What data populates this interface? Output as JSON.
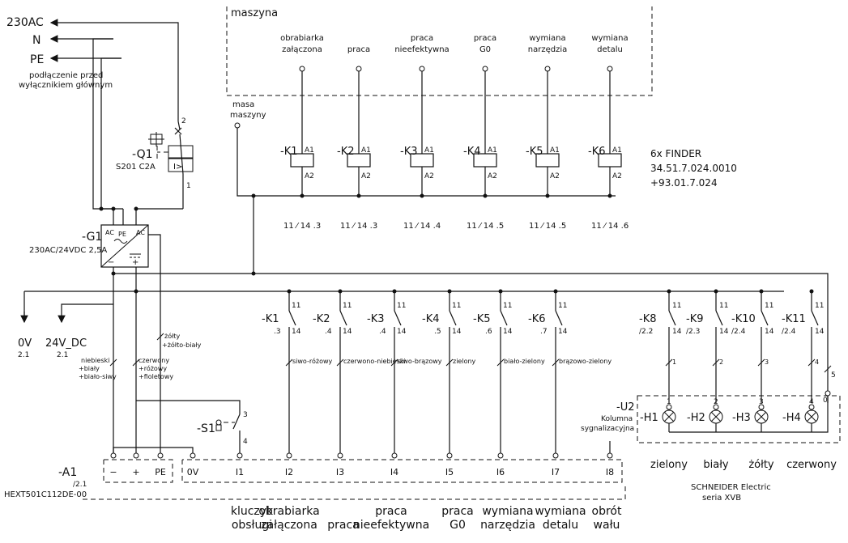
{
  "supply": {
    "l": "230AC",
    "n": "N",
    "pe": "PE",
    "note1": "podłączenie przed",
    "note2": "wyłącznikiem głównym"
  },
  "machine": {
    "label": "maszyna",
    "masa1": "masa",
    "masa2": "maszyny"
  },
  "signals": [
    {
      "l1": "obrabiarka",
      "l2": "załączona"
    },
    {
      "l1": "",
      "l2": "praca"
    },
    {
      "l1": "praca",
      "l2": "nieefektywna"
    },
    {
      "l1": "praca",
      "l2": "G0"
    },
    {
      "l1": "wymiana",
      "l2": "narzędzia"
    },
    {
      "l1": "wymiana",
      "l2": "detalu"
    }
  ],
  "relays": [
    {
      "id": "-K1",
      "ref": "11 ⁄ 14 .3",
      "cref": ".3",
      "wire": "siwo-różowy"
    },
    {
      "id": "-K2",
      "ref": "11 ⁄ 14 .3",
      "cref": ".4",
      "wire": "czerwono-niebieski"
    },
    {
      "id": "-K3",
      "ref": "11 ⁄ 14 .4",
      "cref": ".4",
      "wire": "siwo-brązowy"
    },
    {
      "id": "-K4",
      "ref": "11 ⁄ 14 .5",
      "cref": ".5",
      "wire": "zielony"
    },
    {
      "id": "-K5",
      "ref": "11 ⁄ 14 .5",
      "cref": ".6",
      "wire": "biało-zielony"
    },
    {
      "id": "-K6",
      "ref": "11 ⁄ 14 .6",
      "cref": ".7",
      "wire": "brązowo-zielony"
    }
  ],
  "coil": {
    "a1": "A1",
    "a2": "A2",
    "c11": "11",
    "c14": "14"
  },
  "finder": {
    "l1": "6x FINDER",
    "l2": "34.51.7.024.0010",
    "l3": "+93.01.7.024"
  },
  "q1": {
    "id": "-Q1",
    "type": "S201 C2A",
    "t1": "1",
    "t2": "2",
    "trip": "I>"
  },
  "g1": {
    "id": "-G1",
    "rating": "230AC/24VDC 2,5A",
    "ac": "AC",
    "pe": "PE",
    "minus": "−",
    "plus": "+"
  },
  "outputs": {
    "ov": "0V",
    "ov_ref": "2.1",
    "dc": "24V_DC",
    "dc_ref": "2.1"
  },
  "wires": {
    "blue1": "niebieski",
    "blue2": "+biały",
    "blue3": "+biało-siwy",
    "red1": "czerwony",
    "red2": "+różowy",
    "red3": "+fioletowy",
    "yel1": "żółty",
    "yel2": "+żółto-biały"
  },
  "s1": {
    "id": "-S1",
    "t3": "3",
    "t4": "4"
  },
  "lamp_relays": [
    {
      "id": "-K8",
      "ref": "/2.2",
      "wire": "1"
    },
    {
      "id": "-K9",
      "ref": "/2.3",
      "wire": "2"
    },
    {
      "id": "-K10",
      "ref": "/2.4",
      "wire": "3"
    },
    {
      "id": "-K11",
      "ref": "/2.4",
      "wire": "4"
    }
  ],
  "u2": {
    "id": "-U2",
    "l1": "Kolumna",
    "l2": "sygnalizacyjna",
    "common": "5",
    "zero": "0"
  },
  "lamps": [
    {
      "id": "-H1",
      "num": "1",
      "color": "zielony"
    },
    {
      "id": "-H2",
      "num": "2",
      "color": "biały"
    },
    {
      "id": "-H3",
      "num": "3",
      "color": "żółty"
    },
    {
      "id": "-H4",
      "num": "4",
      "color": "czerwony"
    }
  ],
  "schneider": {
    "l1": "SCHNEIDER Electric",
    "l2": "seria XVB"
  },
  "a1": {
    "id": "-A1",
    "ref": "/2.1",
    "model": "HEXT501C112DE-00"
  },
  "terminals": [
    "−",
    "+",
    "PE",
    "0V",
    "I1",
    "I2",
    "I3",
    "I4",
    "I5",
    "I6",
    "I7",
    "I8"
  ],
  "inputs": [
    {
      "l1": "kluczyk",
      "l2": "obsługi"
    },
    {
      "l1": "obrabiarka",
      "l2": "załączona"
    },
    {
      "l1": "",
      "l2": "praca"
    },
    {
      "l1": "praca",
      "l2": "nieefektywna"
    },
    {
      "l1": "praca",
      "l2": "G0"
    },
    {
      "l1": "wymiana",
      "l2": "narzędzia"
    },
    {
      "l1": "wymiana",
      "l2": "detalu"
    },
    {
      "l1": "obrót",
      "l2": "wału"
    }
  ]
}
